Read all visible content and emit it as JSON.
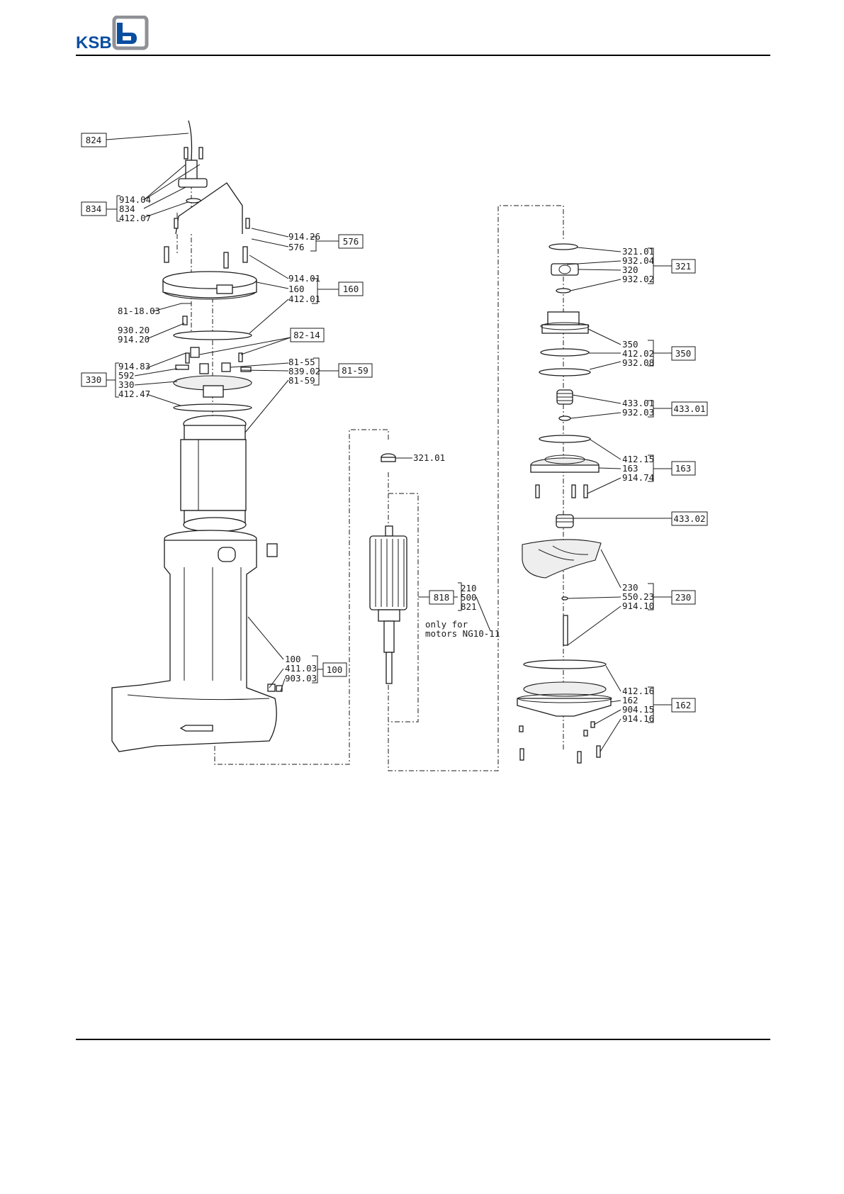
{
  "header": {
    "brand_logo_text": "KSB",
    "brand_color": "#0a4ea0",
    "logo_frame_color": "#8f9197"
  },
  "drawing": {
    "assemblies": {
      "a824": "824",
      "a834": "834",
      "a576": "576",
      "a160": "160",
      "a330": "330",
      "a8214": "82-14",
      "a8159": "81-59",
      "a100": "100",
      "a818": "818",
      "a321": "321",
      "a350": "350",
      "a43301": "433.01",
      "a163": "163",
      "a43302": "433.02",
      "a230": "230",
      "a162": "162"
    },
    "labels": {
      "l91404": "914.04",
      "l834": "834",
      "l41207": "412.07",
      "l91426": "914.26",
      "l576": "576",
      "l91401": "914.01",
      "l160": "160",
      "l41201": "412.01",
      "l811803": "81-18.03",
      "l93020": "930.20",
      "l91420": "914.20",
      "l91483": "914.83",
      "l592": "592",
      "l330": "330",
      "l41247": "412.47",
      "l8155": "81-55",
      "l83902": "839.02",
      "l8159": "81-59",
      "l100": "100",
      "l41103": "411.03",
      "l90303": "903.03",
      "l32101b": "321.01",
      "l210": "210",
      "l500": "500",
      "l821": "821",
      "note1": "only for",
      "note2": "motors NG10-11",
      "l32101": "321.01",
      "l93204": "932.04",
      "l320": "320",
      "l93202": "932.02",
      "l350": "350",
      "l41202": "412.02",
      "l93208": "932.08",
      "l43301": "433.01",
      "l93203": "932.03",
      "l41215": "412.15",
      "l163": "163",
      "l91474": "914.74",
      "l230": "230",
      "l55023": "550.23",
      "l91410": "914.10",
      "l41216": "412.16",
      "l162": "162",
      "l90415": "904.15",
      "l91416": "914.16"
    }
  }
}
